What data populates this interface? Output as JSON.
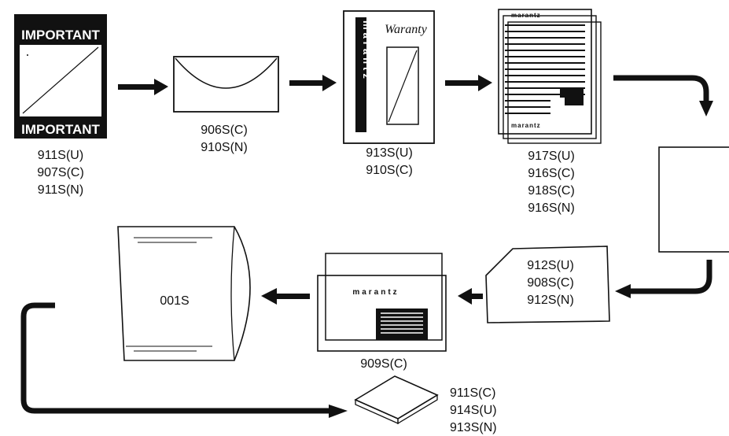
{
  "important_sheet": {
    "top_text": "IMPORTANT",
    "bottom_text": "IMPORTANT",
    "codes": [
      "911S(U)",
      "907S(C)",
      "911S(N)"
    ]
  },
  "envelope": {
    "codes": [
      "906S(C)",
      "910S(N)"
    ]
  },
  "warranty_card": {
    "title": "Waranty",
    "brand_vertical": "marantz",
    "codes": [
      "913S(U)",
      "910S(C)"
    ]
  },
  "manuals": {
    "brand": "marantz",
    "codes": [
      "917S(U)",
      "916S(C)",
      "918S(C)",
      "916S(N)"
    ]
  },
  "card_912": {
    "codes": [
      "912S(U)",
      "908S(C)",
      "912S(N)"
    ]
  },
  "marantz_folder": {
    "brand": "marantz",
    "codes": [
      "909S(C)"
    ]
  },
  "bag": {
    "code": "001S"
  },
  "booklet": {
    "codes": [
      "911S(C)",
      "914S(U)",
      "913S(N)"
    ]
  }
}
